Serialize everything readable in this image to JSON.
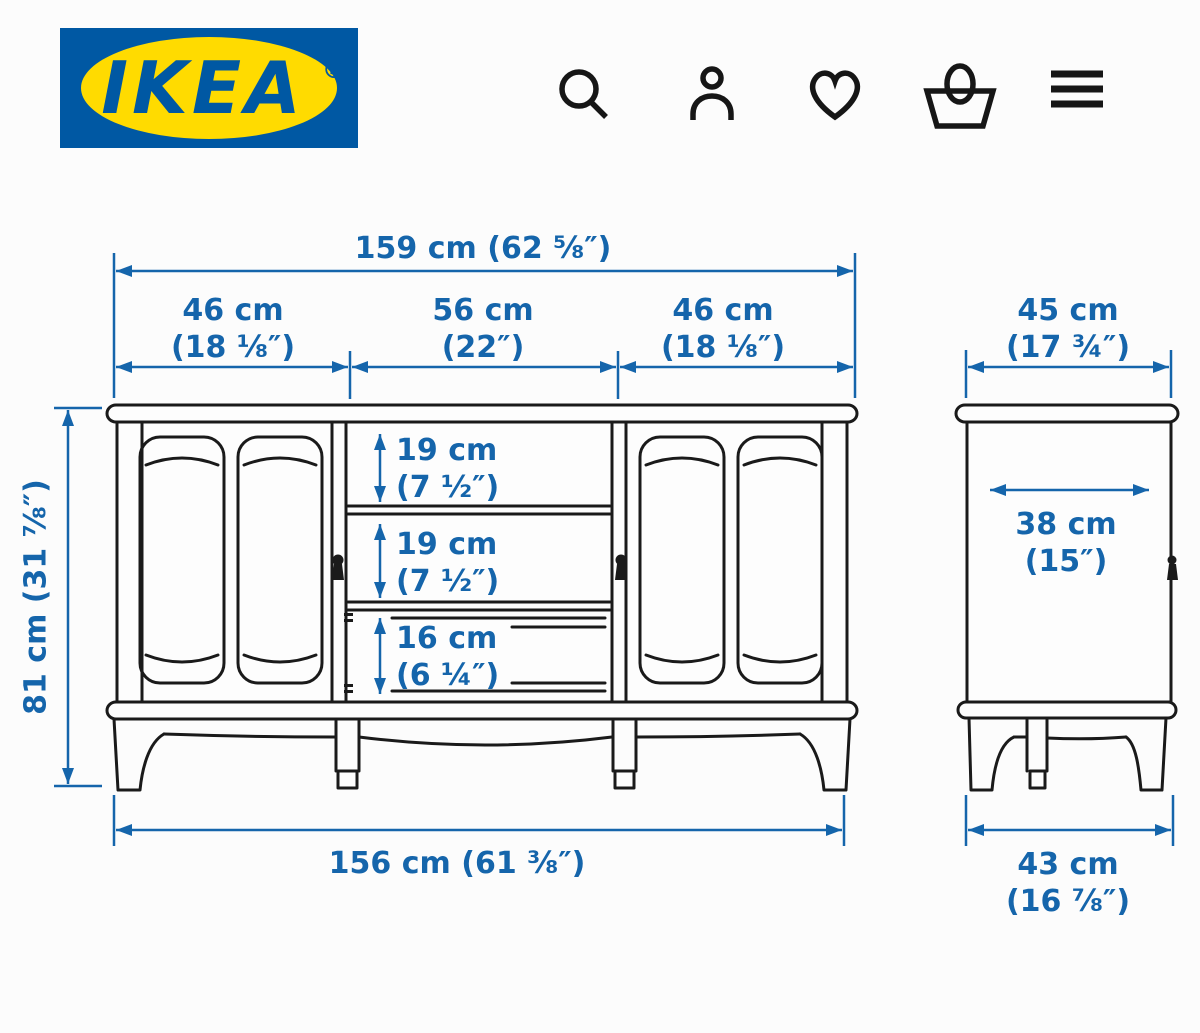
{
  "header": {
    "logo": {
      "text": "IKEA",
      "registered_mark": "®",
      "blue": "#0058A3",
      "yellow": "#FFDB00"
    },
    "icons": [
      {
        "name": "search"
      },
      {
        "name": "profile"
      },
      {
        "name": "wishlist"
      },
      {
        "name": "shopping-bag"
      },
      {
        "name": "menu"
      }
    ]
  },
  "diagram": {
    "colors": {
      "dimension_blue": "#1565ab",
      "line_black": "#1a1a1a"
    },
    "front_view": {
      "overall_width": "159 cm (62 ⅝″)",
      "height": "81 cm (31 ⅞″)",
      "base_width": "156 cm (61 ⅜″)",
      "sections": [
        {
          "cm": "46 cm",
          "inches": "(18 ⅛″)"
        },
        {
          "cm": "56 cm",
          "inches": "(22″)"
        },
        {
          "cm": "46 cm",
          "inches": "(18 ⅛″)"
        }
      ],
      "compartments": [
        {
          "cm": "19 cm",
          "inches": "(7 ½″)"
        },
        {
          "cm": "19 cm",
          "inches": "(7 ½″)"
        },
        {
          "cm": "16 cm",
          "inches": "(6 ¼″)"
        }
      ]
    },
    "side_view": {
      "top_depth": {
        "cm": "45 cm",
        "inches": "(17 ¾″)"
      },
      "inner_depth": {
        "cm": "38 cm",
        "inches": "(15″)"
      },
      "base_depth": {
        "cm": "43 cm",
        "inches": "(16 ⅞″)"
      }
    }
  }
}
